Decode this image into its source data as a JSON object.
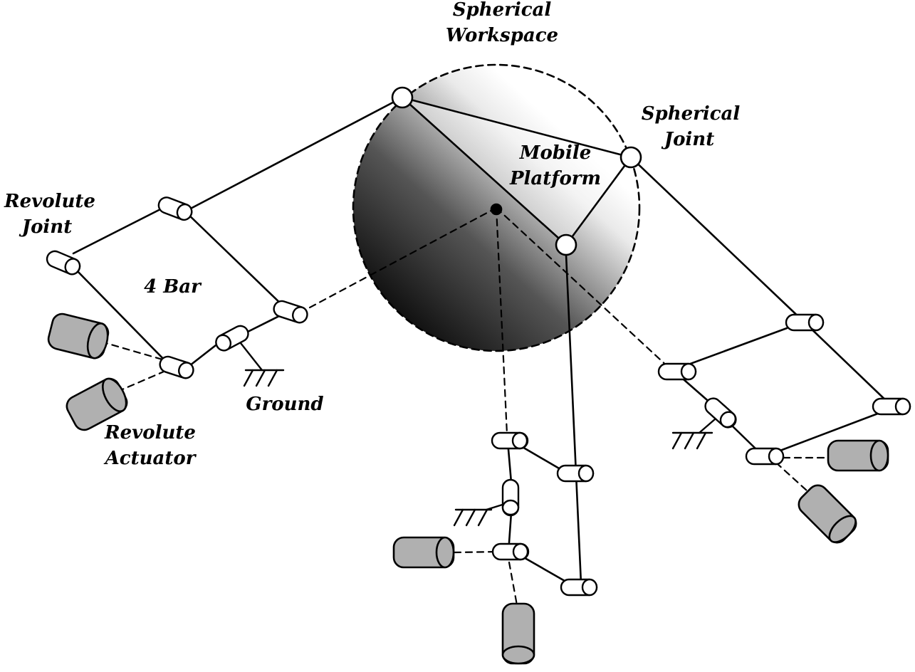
{
  "labels": {
    "spherical_workspace": [
      "Spherical",
      "Workspace"
    ],
    "spherical_joint": [
      "Spherical",
      "Joint"
    ],
    "mobile_platform": [
      "Mobile",
      "Platform"
    ],
    "revolute_joint": [
      "Revolute",
      "Joint"
    ],
    "four_bar": "4 Bar",
    "ground": "Ground",
    "revolute_actuator": [
      "Revolute",
      "Actuator"
    ]
  },
  "colors": {
    "line": "#000000",
    "joint_fill": "#ffffff",
    "actuator_fill": "#b0b0b0",
    "sphere_dark": "#0a0a0a",
    "sphere_light": "#ffffff"
  }
}
